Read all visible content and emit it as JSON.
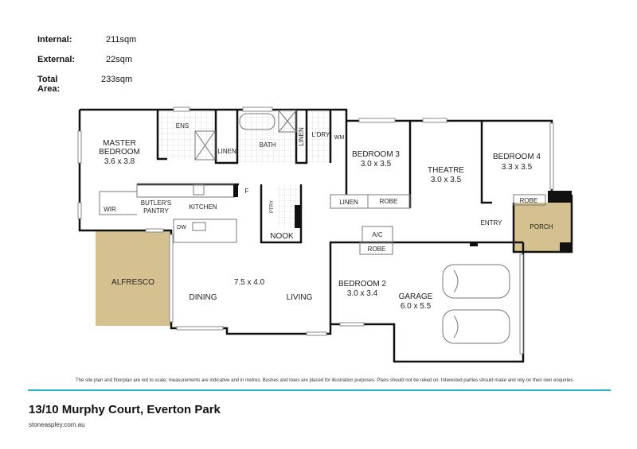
{
  "areas": [
    {
      "label": "Internal:",
      "value": "211sqm"
    },
    {
      "label": "External:",
      "value": "22sqm"
    },
    {
      "label": "Total Area:",
      "value": "233sqm"
    }
  ],
  "rooms": {
    "master": {
      "name1": "MASTER",
      "name2": "BEDROOM",
      "dims": "3.6 x 3.8"
    },
    "ens": "ENS",
    "linen1": "LINEN",
    "bath": "BATH",
    "linen2": "LINEN",
    "laundry": "L'DRY",
    "wm": "WM",
    "bedroom3": {
      "name": "BEDROOM 3",
      "dims": "3.0 x 3.5"
    },
    "linen3": "LINEN",
    "robe3": "ROBE",
    "theatre": {
      "name": "THEATRE",
      "dims": "3.0 x 3.5"
    },
    "bedroom4": {
      "name": "BEDROOM 4",
      "dims": "3.3 x 3.5"
    },
    "robe4": "ROBE",
    "porch": "PORCH",
    "entry": "ENTRY",
    "wir": "WIR",
    "butlers1": "BUTLER'S",
    "butlers2": "PANTRY",
    "kitchen": "KITCHEN",
    "fridge": "F",
    "dw": "DW",
    "ptry": "PTRY",
    "nook": "NOOK",
    "ac": "A/C",
    "robe2": "ROBE",
    "alfresco": "ALFRESCO",
    "living_dims": "7.5 x 4.0",
    "dining": "DINING",
    "living": "LIVING",
    "bedroom2": {
      "name": "BEDROOM 2",
      "dims": "3.0 x 3.4"
    },
    "garage": {
      "name": "GARAGE",
      "dims": "6.0 x 5.5"
    }
  },
  "colors": {
    "outdoor": "#d5c08f",
    "accent": "#2bb7c0",
    "wall": "#111111"
  },
  "footer": {
    "disclaimer": "The site plan and floorplan are not to scale; measurements are indicative and in metres. Bushes and trees are placed for illustration purposes. Plans should not be relied on. Interested parties should make and rely on their own enquiries.",
    "address": "13/10 Murphy Court, Everton Park",
    "website": "stoneaspley.com.au"
  }
}
